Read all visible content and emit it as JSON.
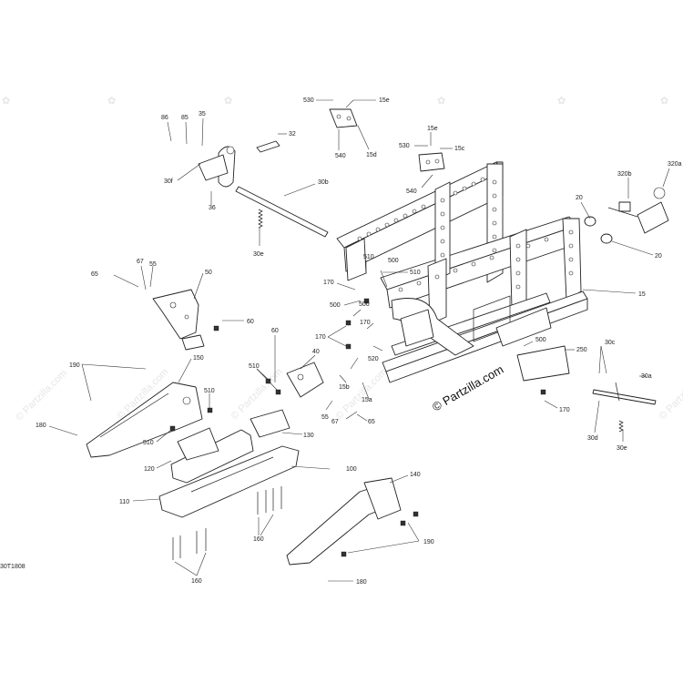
{
  "diagram": {
    "code": "30T1808",
    "watermark": "© Partzilla.com",
    "labels": {
      "p530a": "530",
      "p15e": "15e",
      "p540a": "540",
      "p15d": "15d",
      "p86": "86",
      "p85": "85",
      "p35": "35",
      "p32": "32",
      "p15e2": "15e",
      "p530b": "530",
      "p15c": "15c",
      "p540b": "540",
      "p30f": "30f",
      "p30b": "30b",
      "p36": "36",
      "p30e": "30e",
      "p320b": "320b",
      "p320a": "320a",
      "p20a": "20",
      "p20b": "20",
      "p67a": "67",
      "p55a": "55",
      "p65a": "65",
      "p50": "50",
      "p510a": "510",
      "p500a": "500",
      "p510b": "510",
      "p170a": "170",
      "p500b": "500",
      "p500c": "500",
      "p170b": "170",
      "p170c": "170",
      "p15": "15",
      "p60a": "60",
      "p60b": "60",
      "p40": "40",
      "p520": "520",
      "p500d": "500",
      "p250": "250",
      "p30c": "30c",
      "p30a": "30a",
      "p190a": "190",
      "p150": "150",
      "p510c": "510",
      "p510d": "510",
      "p15b": "15b",
      "p15a": "15a",
      "p55b": "55",
      "p67b": "67",
      "p65b": "65",
      "p170d": "170",
      "p30d": "30d",
      "p30e2": "30e",
      "p180a": "180",
      "p510e": "510",
      "p130": "130",
      "p120": "120",
      "p100": "100",
      "p140": "140",
      "p110": "110",
      "p160a": "160",
      "p190b": "190",
      "p160b": "160",
      "p180b": "180"
    }
  }
}
